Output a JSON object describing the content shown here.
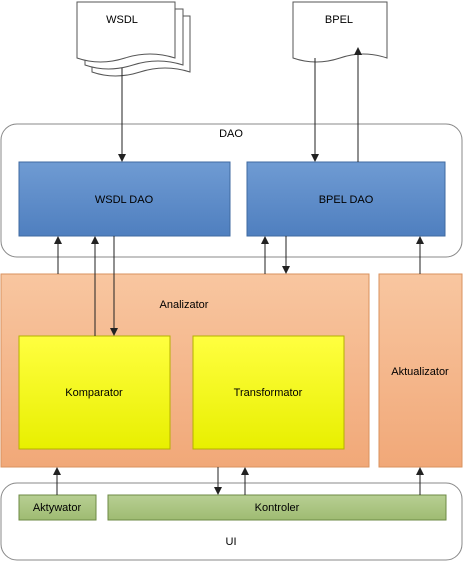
{
  "documents": {
    "wsdl": "WSDL",
    "bpel": "BPEL"
  },
  "containers": {
    "dao": "DAO",
    "ui": "UI"
  },
  "blocks": {
    "wsdl_dao": "WSDL DAO",
    "bpel_dao": "BPEL DAO",
    "analizator": "Analizator",
    "komparator": "Komparator",
    "transformator": "Transformator",
    "aktualizator": "Aktualizator",
    "aktywator": "Aktywator",
    "kontroler": "Kontroler"
  },
  "colors": {
    "dao_block": "#5a8ac6",
    "analizator": "#f4b183",
    "yellow_block": "#ffff00",
    "ui_block": "#a9c47f",
    "container": "#ffffff",
    "stroke": "#555555"
  }
}
